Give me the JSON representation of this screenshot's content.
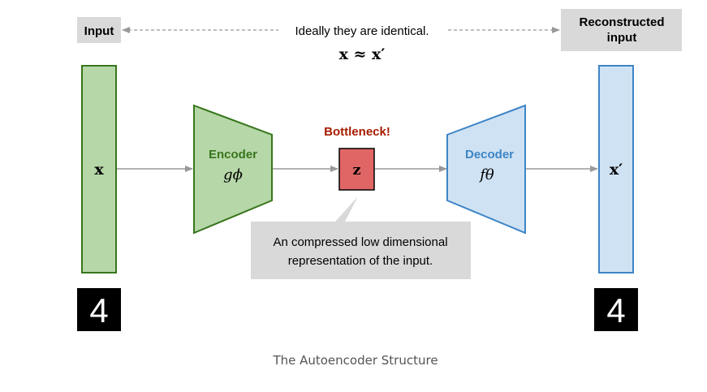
{
  "diagram": {
    "input_label": "Input",
    "output_label_line1": "Reconstructed",
    "output_label_line2": "input",
    "identity_note": "Ideally they are identical.",
    "identity_formula": "x ≈ x′",
    "input_symbol": "x",
    "output_symbol": "x′",
    "encoder_label": "Encoder",
    "encoder_function": "gϕ",
    "bottleneck_label": "Bottleneck!",
    "latent_symbol": "z",
    "decoder_label": "Decoder",
    "decoder_function": "fθ",
    "callout_line1": "An compressed low dimensional",
    "callout_line2": "representation of the input.",
    "digit_input": "4",
    "digit_output": "4"
  },
  "caption": "The Autoencoder Structure",
  "colors": {
    "green_fill": "#b6d7a8",
    "green_stroke": "#38761d",
    "blue_fill": "#cfe2f3",
    "blue_stroke": "#3d85c6",
    "red_fill": "#e06666",
    "red_text": "#a61c00",
    "gray_box": "#d9d9d9",
    "arrow_gray": "#999999"
  }
}
